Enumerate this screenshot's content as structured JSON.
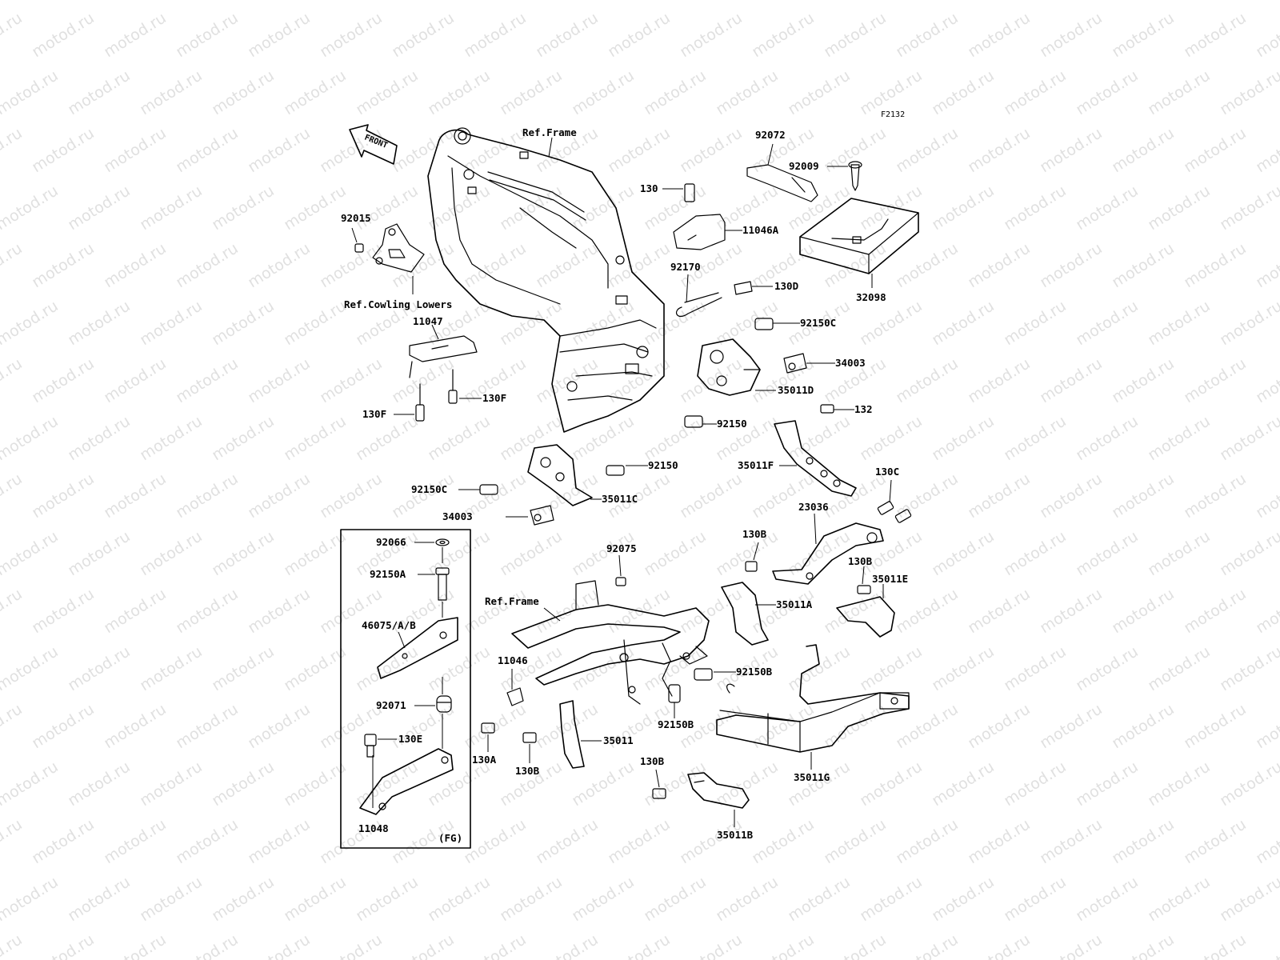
{
  "diagram_code": "F2132",
  "front_arrow": "FRONT",
  "watermark": "motod.ru",
  "inset_note": "(FG)",
  "labels": {
    "ref_frame_top": "Ref.Frame",
    "ref_frame_bottom": "Ref.Frame",
    "ref_cowling": "Ref.Cowling Lowers",
    "p92072": "92072",
    "p92009": "92009",
    "p130": "130",
    "p11046A": "11046A",
    "p32098": "32098",
    "p92015": "92015",
    "p92170": "92170",
    "p130D": "130D",
    "p92150C_a": "92150C",
    "p34003_a": "34003",
    "p11047": "11047",
    "p35011D": "35011D",
    "p130F_a": "130F",
    "p130F_b": "130F",
    "p92150_a": "92150",
    "p132": "132",
    "p92150_b": "92150",
    "p35011F": "35011F",
    "p92150C_b": "92150C",
    "p35011C": "35011C",
    "p130C": "130C",
    "p34003_b": "34003",
    "p23036": "23036",
    "p92066": "92066",
    "p92075": "92075",
    "p130B_a": "130B",
    "p92150A": "92150A",
    "p130B_b": "130B",
    "p35011E": "35011E",
    "p35011A": "35011A",
    "p46075": "46075/A/B",
    "p11046": "11046",
    "p92150B_a": "92150B",
    "p92071": "92071",
    "p92150B_b": "92150B",
    "p130E": "130E",
    "p35011": "35011",
    "p130A": "130A",
    "p130B_c": "130B",
    "p130B_d": "130B",
    "p35011G": "35011G",
    "p11048": "11048",
    "p35011B": "35011B"
  }
}
